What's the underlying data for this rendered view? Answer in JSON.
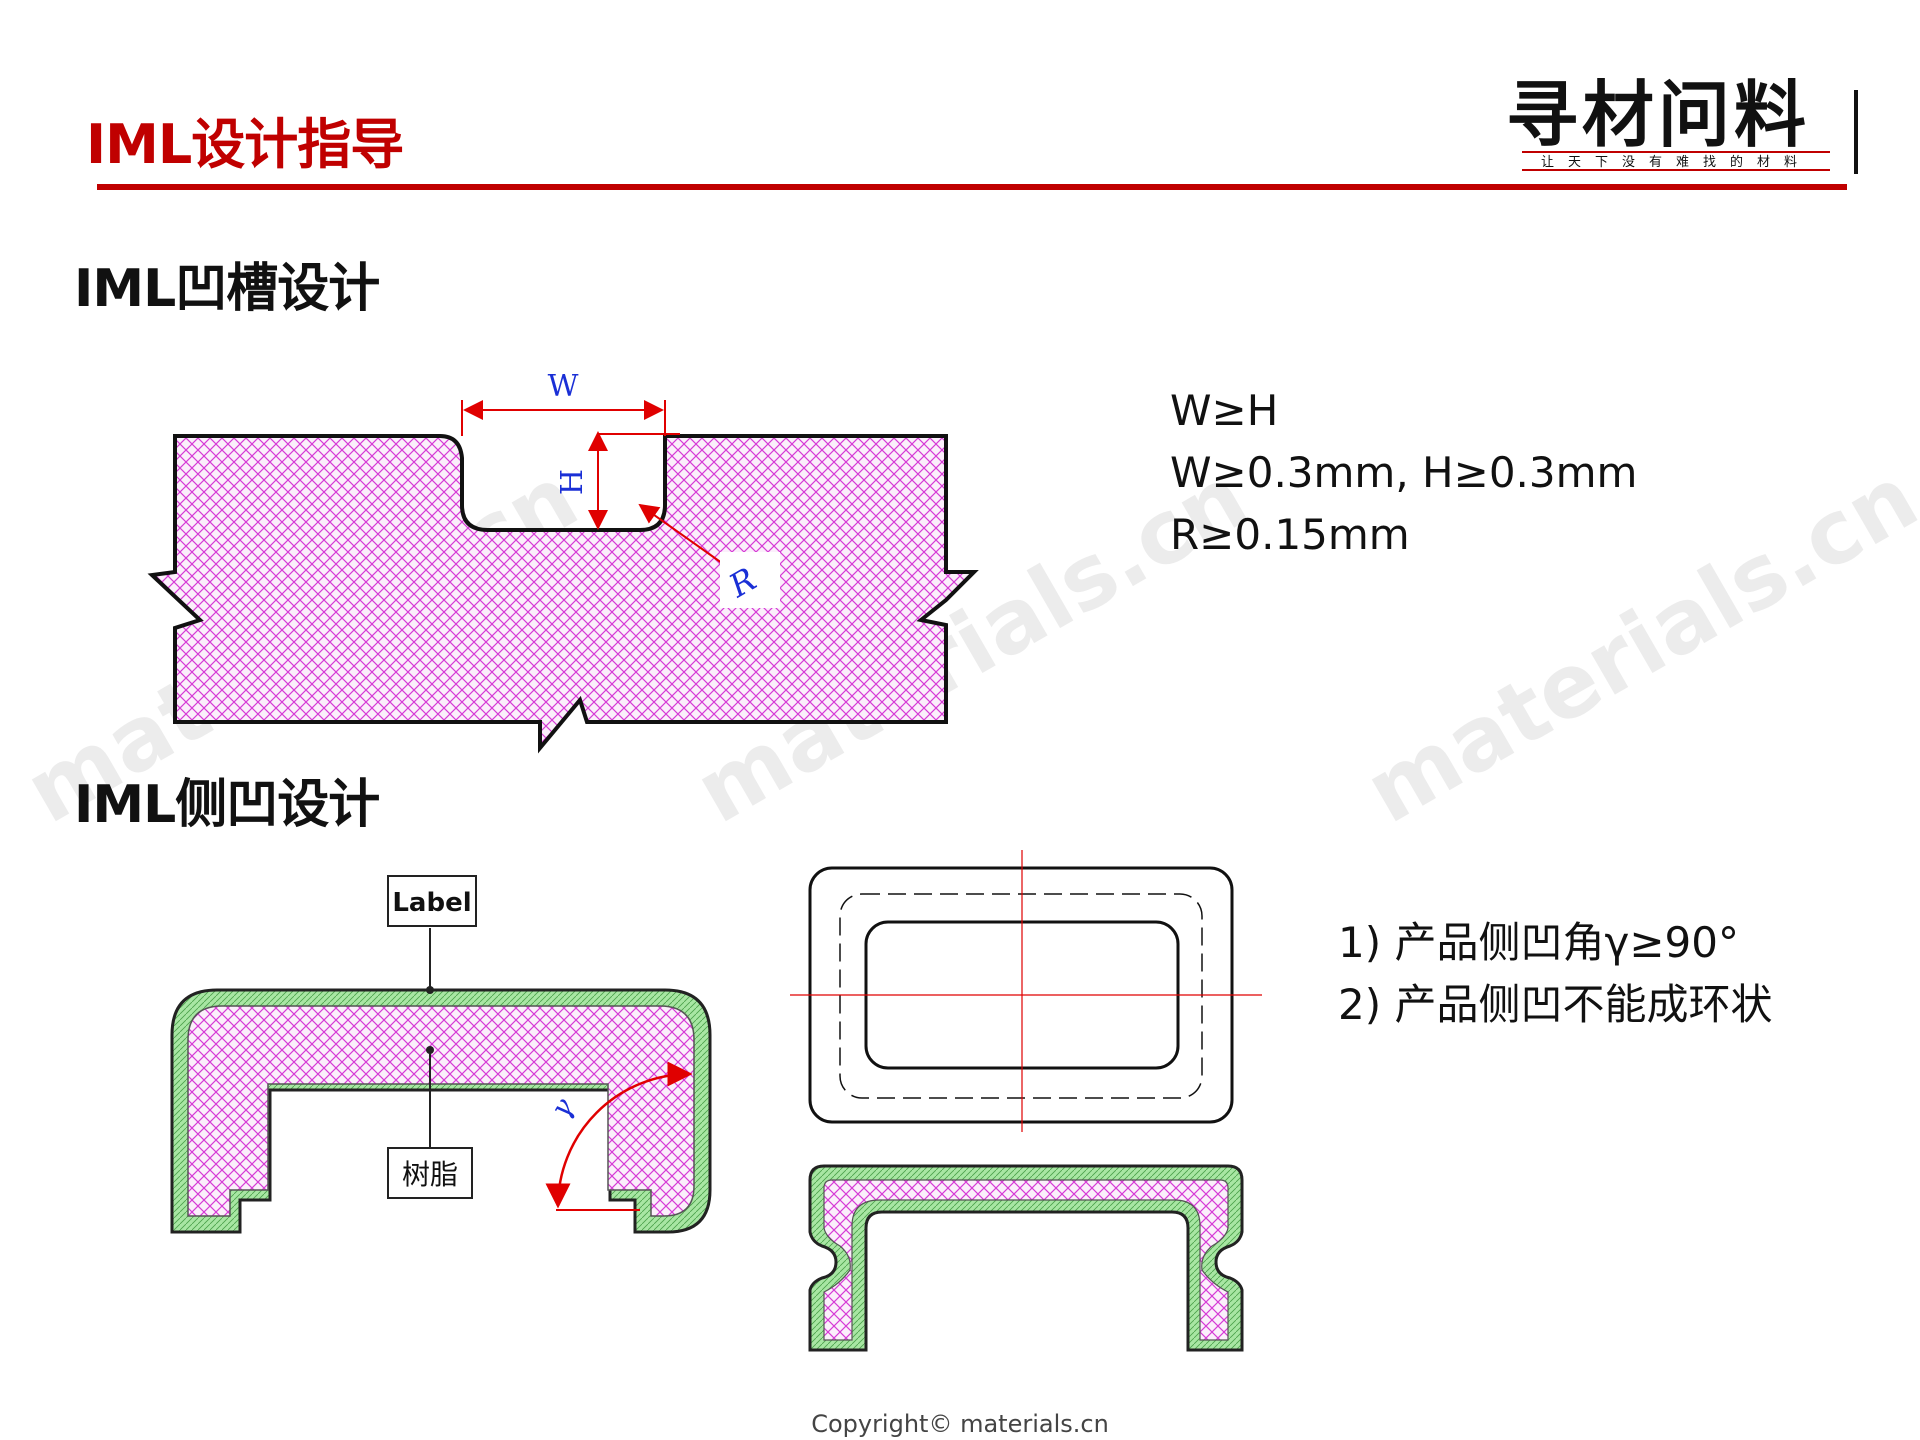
{
  "header": {
    "title": "IML设计指导",
    "logo_text": "寻材问料",
    "logo_slogan": "让天下没有难找的材料"
  },
  "groove_section": {
    "heading": "IML凹槽设计",
    "labels": {
      "w": "W",
      "h": "H",
      "r": "R"
    },
    "specs": [
      "W≥H",
      "W≥0.3mm, H≥0.3mm",
      "R≥0.15mm"
    ]
  },
  "undercut_section": {
    "heading": "IML侧凹设计",
    "callout_label": "Label",
    "callout_resin": "树脂",
    "angle_symbol": "γ",
    "specs": [
      "1) 产品侧凹角γ≥90°",
      "2) 产品侧凹不能成环状"
    ]
  },
  "watermark": "materials.cn",
  "footer": {
    "copyright": "Copyright© materials.cn"
  },
  "colors": {
    "accent": "#c00000",
    "hatch": "#d63bd6",
    "label_layer": "#9fe39b",
    "dimension": "#e00000",
    "dimension_text": "#1a2fd6"
  }
}
